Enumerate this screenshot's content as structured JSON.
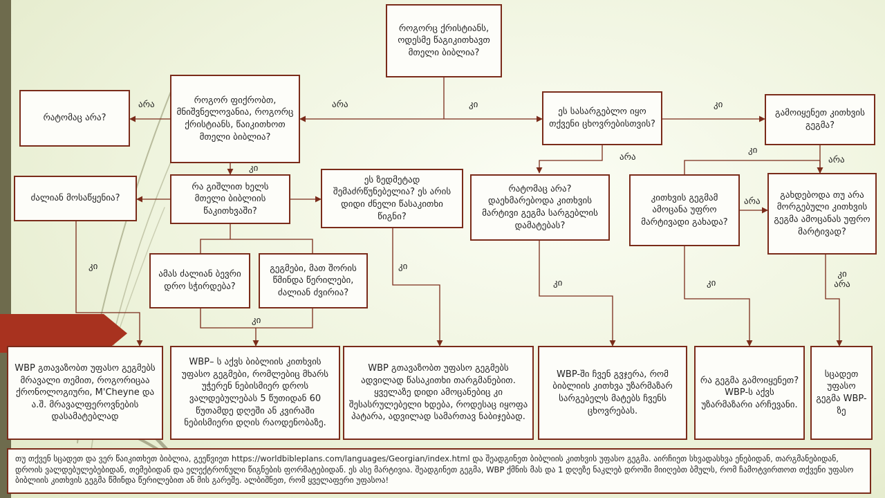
{
  "nodes": {
    "q_top": "როგორც ქრისტიანს, ოდესმე წაგიკითხავთ მთელი ბიბლია?",
    "q_important": "როგორ ფიქრობთ, მნიშვნელოვანია, როგორც ქრისტიანს, წაიკითხოთ მთელი ბიბლია?",
    "q_why_not_left": "რატომაც არა?",
    "q_useful": "ეს სასარგებლო იყო თქვენი ცხოვრებისთვის?",
    "q_used_plan": "გამოიყენეთ კითხვის გეგმა?",
    "q_hinders": "რა გიშლით ხელს მთელი ბიბლიის წაკითხვაში?",
    "q_boring": "ძალიან მოსაწყენია?",
    "q_overwhelming": "ეს ზედმეტად შემაძრწუნებელია? ეს არის დიდი ძნელი წასაკითხი წიგნი?",
    "q_why_not_mid": "რატომაც არა? დაეხმარებოდა კითხვის მარტივი გეგმა სარგებლის დამატებას?",
    "q_plan_easier": "კითხვის გეგმამ ამოცანა უფრო მარტივადი გახადა?",
    "q_custom_plan": "გახდებოდა თუ არა მორგებული კითხვის გეგმა ამოცანას უფრო მარტივად?",
    "q_time": "ამას ძალიან ბევრი დრო სჭირდება?",
    "q_plans_hard": "გეგმები, მათ შორის წმინდა წერილები, ძალიან ძვირია?",
    "a_chrono": "WBP გთავაზობთ უფასო გეგმებს მრავალი თემით, როგორიცაა ქრონოლოგიური, M'Cheyne და ა.შ. მრავალფეროვნების დასამატებლად",
    "a_free_plans": "WBP– ს აქვს ბიბლიის კითხვის უფასო გეგმები, რომლებიც მხარს უჭერენ ნებისმიერ დროს ვალდებულებას 5 წუთიდან 60 წუთამდე დღეში ან კვირაში ნებისმიერი დღის რაოდენობაზე.",
    "a_translations": "WBP გთავაზობთ უფასო გეგმებს ადვილად წასაკითხი თარგმანებით. ყველაზე დიდი ამოცანებიც კი შესასრულებელი ხდება, როდესაც იყოფა პატარა, ადვილად სამართავ ნაბიჯებად.",
    "a_believe": "WBP-ში ჩვენ გვჯერა, რომ ბიბლიის კითხვა უზარმაზარ სარგებელს მატებს ჩვენს ცხოვრებას.",
    "a_which_plan": "რა გეგმა გამოიყენეთ? WBP-ს აქვს უზარმაზარი არჩევანი.",
    "a_try": "სცადეთ უფასო გეგმა WBP-ზე"
  },
  "labels": {
    "no": "არა",
    "yes": "კი",
    "yes_no": "კი არა"
  },
  "footer": {
    "text": "თუ თქვენ სცადეთ და ვერ წაიკითხეთ ბიბლია, გეეწვიეთ https://worldbibleplans.com/languages/Georgian/index.html და შეადგინეთ ბიბლიის კითხვის უფასო გეგმა. აირჩიეთ სხვადასხვა ენებიდან, თარგმანებიდან, დროის ვალდებულებებიდან, თემებიდან და ელექტრონული წიგნების ფორმატებიდან. ეს ასე მარტივია. შეადგინეთ გეგმა, WBP ქმნის მას და 1 დღეზე ნაკლებ დროში მიიღებთ ბმულს, რომ ჩამოტვირთოთ თქვენი უფასო ბიბლიის კითხვის გეგმა წმინდა წერილებით ან მის გარეშე. ალბიშნეთ, რომ ყველაფერი უფასოა!"
  },
  "colors": {
    "border": "#7a2b1a",
    "ribbon": "#a8321f",
    "stripe": "#6e6b4d"
  }
}
